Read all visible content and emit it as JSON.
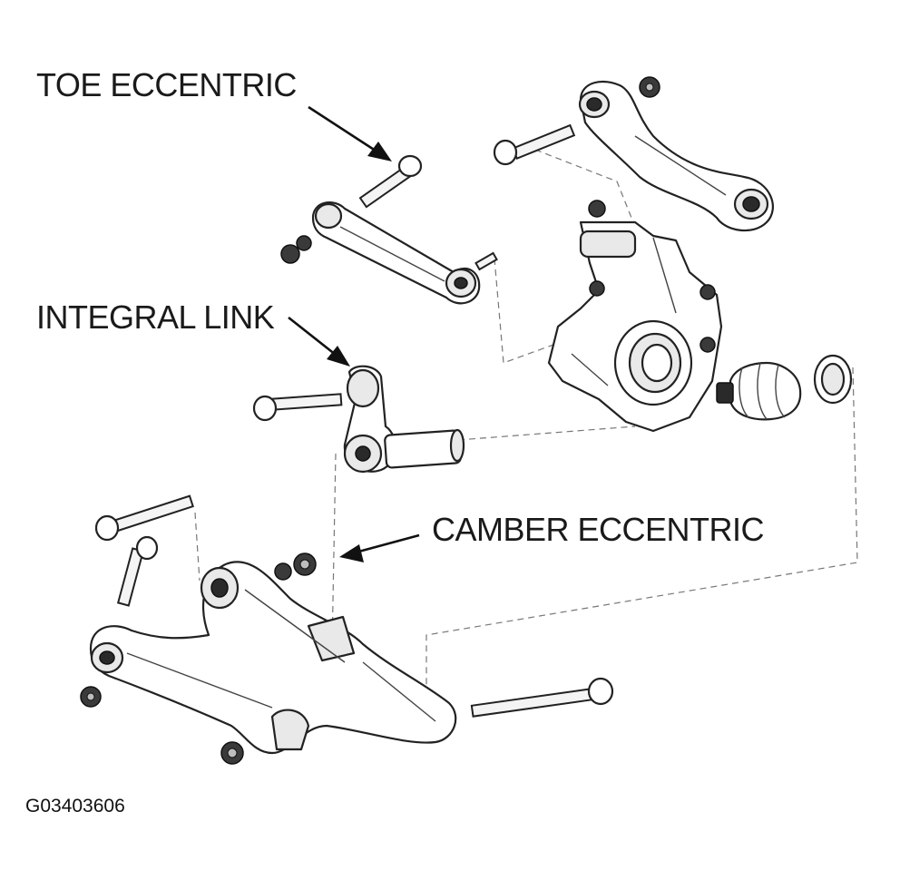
{
  "labels": {
    "toe_eccentric": "TOE ECCENTRIC",
    "integral_link": "INTEGRAL LINK",
    "camber_eccentric": "CAMBER ECCENTRIC"
  },
  "figure_code": "G03403606",
  "colors": {
    "ink": "#1a1a1a",
    "background": "#ffffff"
  }
}
